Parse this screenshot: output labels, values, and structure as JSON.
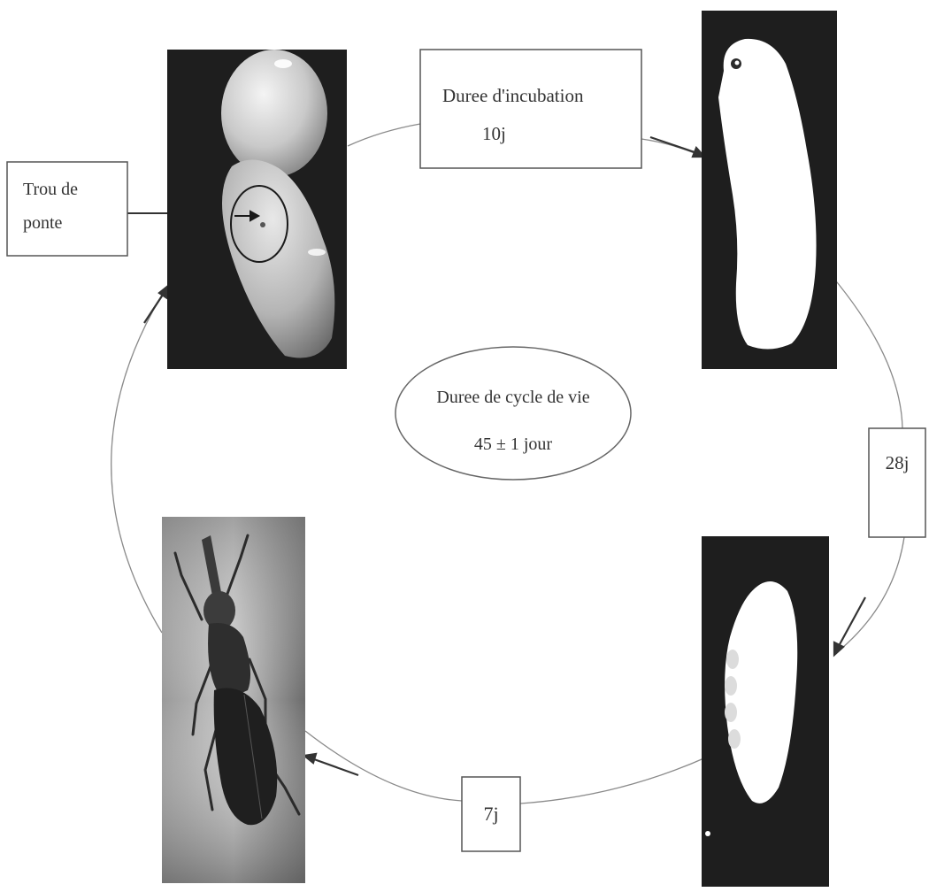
{
  "labels": {
    "egg_hole": [
      "Trou de",
      "ponte"
    ],
    "incubation": [
      "Duree d'incubation",
      "10j"
    ],
    "cycle": [
      "Duree de cycle de vie",
      "45 ± 1 jour"
    ],
    "larva_duration": "28j",
    "pupa_duration": "7j"
  },
  "stages": [
    {
      "name": "egg-photo-icon"
    },
    {
      "name": "larva-photo-icon"
    },
    {
      "name": "pupa-photo-icon"
    },
    {
      "name": "adult-weevil-photo-icon"
    }
  ],
  "colors": {
    "photo_background": "#1e1e1e",
    "specimen": "#ffffff",
    "line": "#8a8a8a",
    "arrow": "#333333"
  }
}
